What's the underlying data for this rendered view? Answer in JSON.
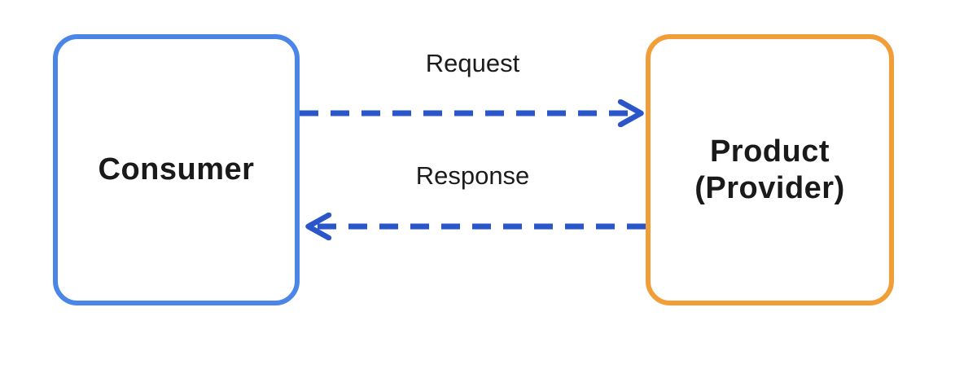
{
  "diagram": {
    "background_color": "#ffffff",
    "nodes": {
      "consumer": {
        "label": "Consumer",
        "border_color": "#4a86e8",
        "fill_color": "#ffffff",
        "text_color": "#1a1a1a"
      },
      "provider": {
        "label_line1": "Product",
        "label_line2": "(Provider)",
        "border_color": "#f19e38",
        "fill_color": "#ffffff",
        "text_color": "#1a1a1a"
      }
    },
    "edges": {
      "request": {
        "label": "Request",
        "from": "consumer",
        "to": "provider",
        "direction": "right",
        "line_style": "dashed",
        "color": "#2a56c9",
        "arrowhead": "open-chevron-arrow-icon"
      },
      "response": {
        "label": "Response",
        "from": "provider",
        "to": "consumer",
        "direction": "left",
        "line_style": "dashed",
        "color": "#2a56c9",
        "arrowhead": "open-chevron-arrow-icon"
      }
    }
  }
}
